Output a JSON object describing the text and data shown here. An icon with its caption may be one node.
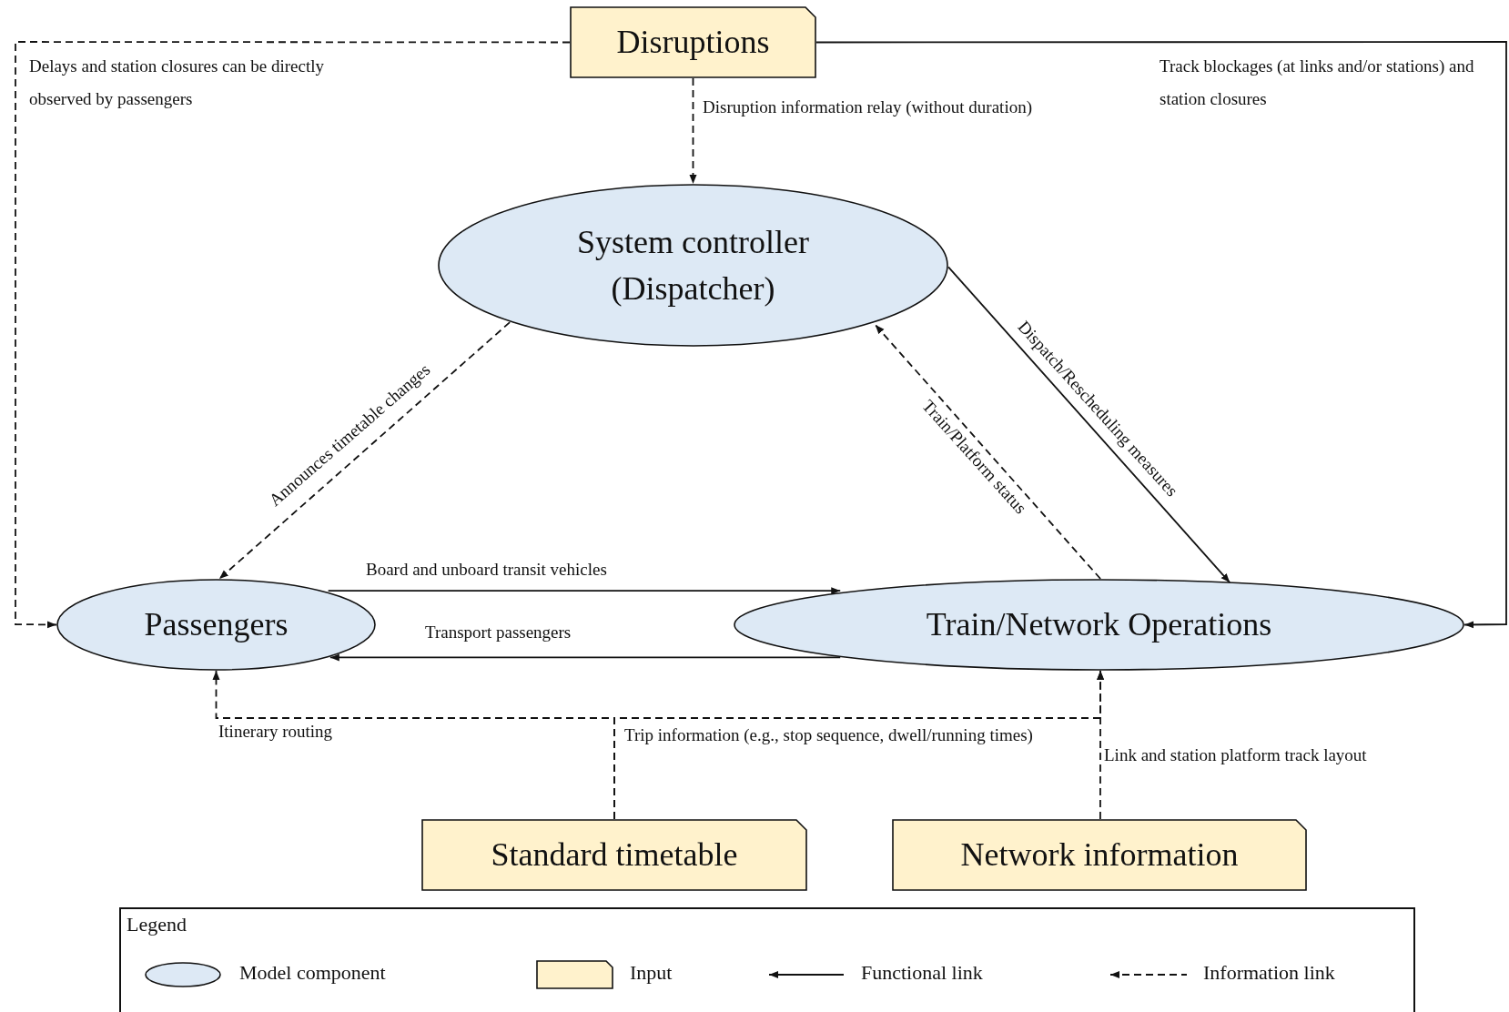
{
  "diagram": {
    "nodes": [
      {
        "text": [
          "Disruptions"
        ]
      },
      {
        "text": [
          "System controller (Dispatcher)"
        ]
      },
      {
        "text": [
          "Passengers"
        ]
      },
      {
        "text": [
          "Train/Network Operations"
        ]
      },
      {
        "text": [
          "Standard timetable"
        ]
      },
      {
        "text": [
          "Network information"
        ]
      }
    ],
    "edges": [
      {
        "from": 0,
        "to": 2,
        "arrow": "to",
        "style": "dashed",
        "label": "Delays and station closures can be directly observed by passengers"
      },
      {
        "from": 0,
        "to": 1,
        "arrow": "to",
        "style": "dashed",
        "label": "Disruption information relay (without duration)"
      },
      {
        "from": 0,
        "to": 3,
        "arrow": "to",
        "label": "Track blockages (at links and/or stations) and station closures"
      },
      {
        "from": 1,
        "to": 2,
        "arrow": "to",
        "style": "dashed",
        "label": "Announces timetable changes"
      },
      {
        "from": 3,
        "to": 1,
        "arrow": "to",
        "style": "dashed",
        "label": "Train/Platform status"
      },
      {
        "from": 1,
        "to": 3,
        "arrow": "to",
        "label": "Dispatch/Rescheduling measures"
      },
      {
        "from": 2,
        "to": 3,
        "arrow": "to",
        "label": "Board and unboard transit vehicles"
      },
      {
        "from": 3,
        "to": 2,
        "arrow": "to",
        "label": "Transport passengers"
      },
      {
        "from": 4,
        "to": 2,
        "arrow": "to",
        "style": "dashed",
        "label": "Itinerary routing"
      },
      {
        "from": 4,
        "to": 3,
        "arrow": "to",
        "style": "dashed",
        "label": "Trip information (e.g., stop sequence, dwell/running times)"
      },
      {
        "from": 5,
        "to": 3,
        "arrow": "to",
        "style": "dashed",
        "label": "Link and station platform track layout"
      }
    ],
    "labels": [
      "Legend"
    ],
    "legend": [
      {
        "text": "Model component",
        "color": "#dde9f5"
      },
      {
        "text": "Input",
        "color": "#fff2cc"
      },
      {
        "text": "Functional link"
      },
      {
        "text": "Information link"
      }
    ]
  }
}
